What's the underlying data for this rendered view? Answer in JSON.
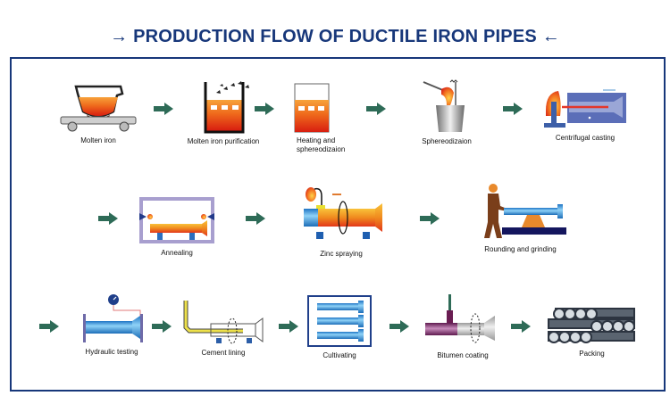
{
  "title": {
    "left_arrow": "→",
    "text": "PRODUCTION FLOW OF DUCTILE IRON PIPES",
    "right_arrow": "←"
  },
  "colors": {
    "title": "#17377a",
    "frame": "#17377a",
    "flow_arrow": "#2e6b57",
    "molten": "#e8471a",
    "pipe_blue": "#3ea0e0"
  },
  "steps": [
    {
      "label": "Molten iron",
      "icon": "ladle-car-icon"
    },
    {
      "label": "Molten iron purification",
      "icon": "purification-tank-icon"
    },
    {
      "label": "Heating and sphereodizaion",
      "icon": "heating-furnace-icon"
    },
    {
      "label": "Sphereodizaion",
      "icon": "spheroidizing-bucket-icon"
    },
    {
      "label": "Centrifugal casting",
      "icon": "centrifugal-casting-machine-icon"
    },
    {
      "label": "Annealing",
      "icon": "annealing-furnace-icon"
    },
    {
      "label": "Zinc spraying",
      "icon": "zinc-spray-icon"
    },
    {
      "label": "Rounding and grinding",
      "icon": "worker-grinding-icon"
    },
    {
      "label": "Hydraulic testing",
      "icon": "pressure-gauge-pipe-icon"
    },
    {
      "label": "Cement lining",
      "icon": "cement-lining-icon"
    },
    {
      "label": "Cultivating",
      "icon": "curing-rack-icon"
    },
    {
      "label": "Bitumen coating",
      "icon": "bitumen-coating-icon"
    },
    {
      "label": "Packing",
      "icon": "pipe-bundle-icon"
    }
  ]
}
